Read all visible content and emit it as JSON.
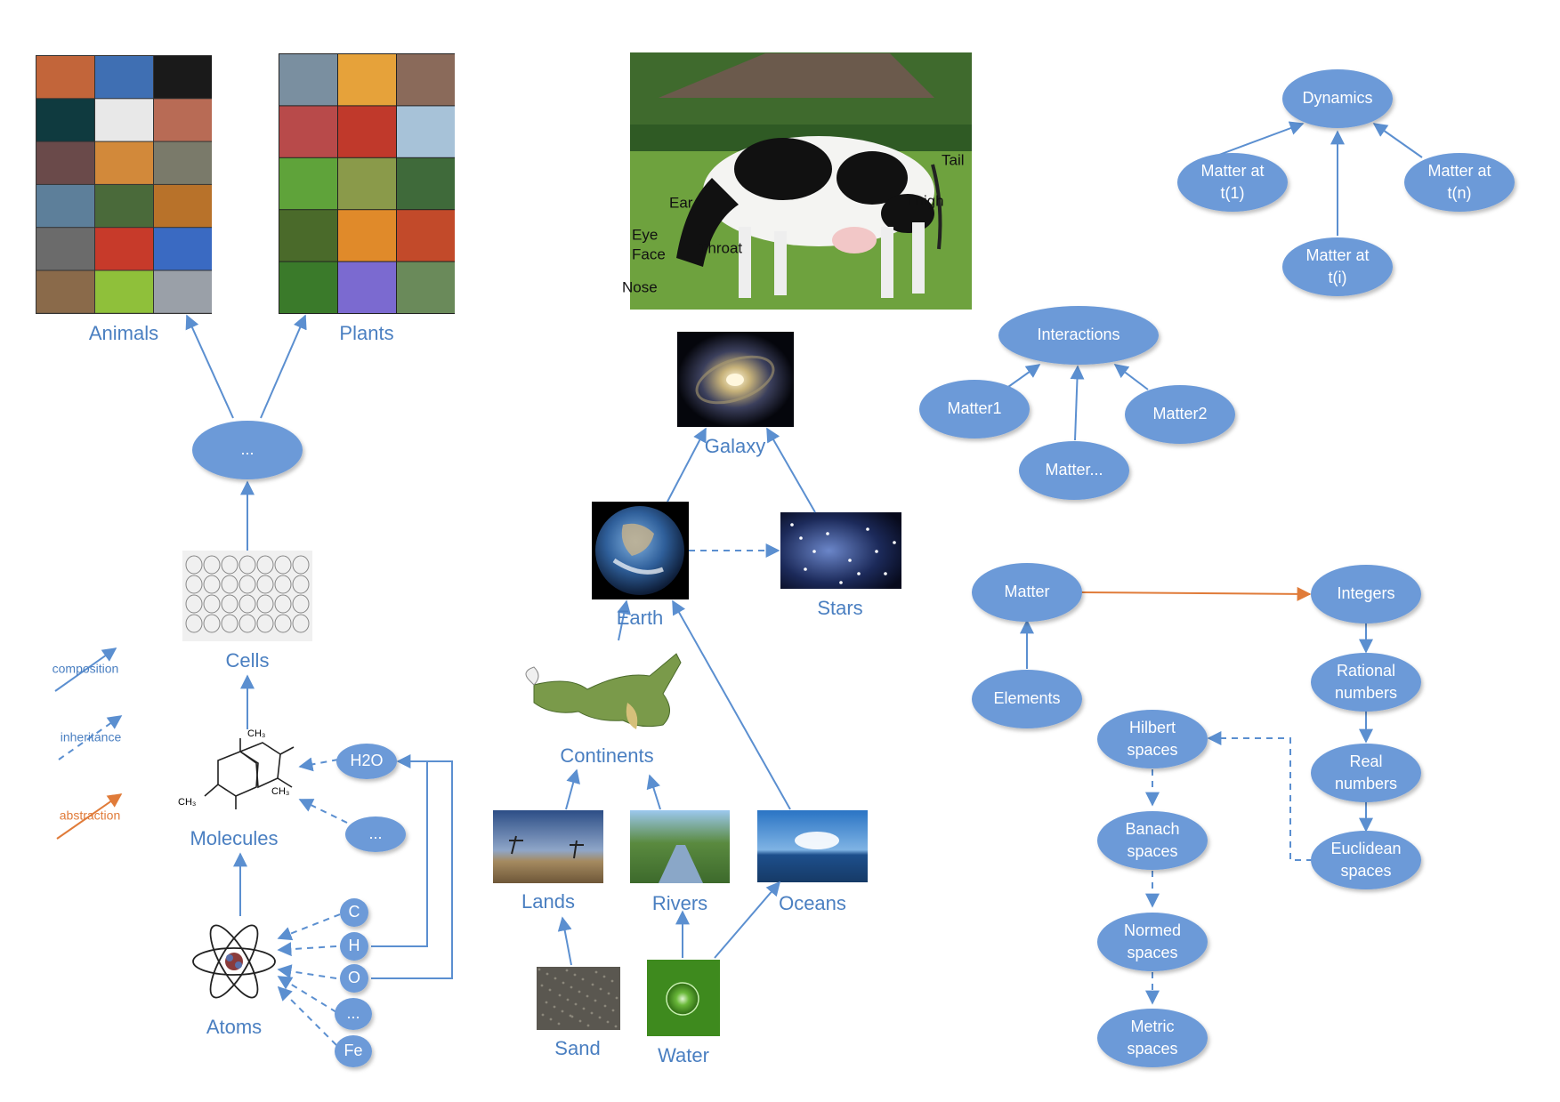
{
  "colors": {
    "node": "#6c9ad8",
    "label": "#4a7fc1",
    "edge": "#5b8fd0",
    "abstraction": "#e07b39"
  },
  "labels": {
    "animals": "Animals",
    "plants": "Plants",
    "cells": "Cells",
    "molecules": "Molecules",
    "atoms": "Atoms",
    "galaxy": "Galaxy",
    "earth": "Earth",
    "stars": "Stars",
    "continents": "Continents",
    "lands": "Lands",
    "rivers": "Rivers",
    "oceans": "Oceans",
    "sand": "Sand",
    "water": "Water"
  },
  "nodes": {
    "ellipsis_top": "...",
    "h2o": "H2O",
    "mol_more": "...",
    "c": "C",
    "h": "H",
    "o": "O",
    "atom_more": "...",
    "fe": "Fe",
    "dynamics": "Dynamics",
    "matter_t1": [
      "Matter at",
      "t(1)"
    ],
    "matter_tn": [
      "Matter at",
      "t(n)"
    ],
    "matter_ti": [
      "Matter at",
      "t(i)"
    ],
    "interactions": "Interactions",
    "matter1": "Matter1",
    "matter2": "Matter2",
    "matter_more": "Matter...",
    "matter": "Matter",
    "elements": "Elements",
    "integers": "Integers",
    "rational": [
      "Rational",
      "numbers"
    ],
    "real": [
      "Real",
      "numbers"
    ],
    "euclidean": [
      "Euclidean",
      "spaces"
    ],
    "hilbert": [
      "Hilbert",
      "spaces"
    ],
    "banach": [
      "Banach",
      "spaces"
    ],
    "normed": [
      "Normed",
      "spaces"
    ],
    "metric": [
      "Metric",
      "spaces"
    ]
  },
  "cow_parts": {
    "tail": "Tail",
    "thigh": "Thigh",
    "ear": "Ear",
    "eye": "Eye",
    "face": "Face",
    "throat": "Throat",
    "nose": "Nose"
  },
  "legend": {
    "composition": "composition",
    "inheritance": "inheritance",
    "abstraction": "abstraction"
  },
  "icons": [
    "animal-collage-image",
    "plant-collage-image",
    "cow-photo-image",
    "galaxy-image",
    "earth-image",
    "stars-image",
    "cells-drawing-image",
    "molecule-structure-icon",
    "atom-icon",
    "continents-map-image",
    "lands-photo-image",
    "rivers-photo-image",
    "oceans-photo-image",
    "sand-photo-image",
    "water-drop-image"
  ]
}
